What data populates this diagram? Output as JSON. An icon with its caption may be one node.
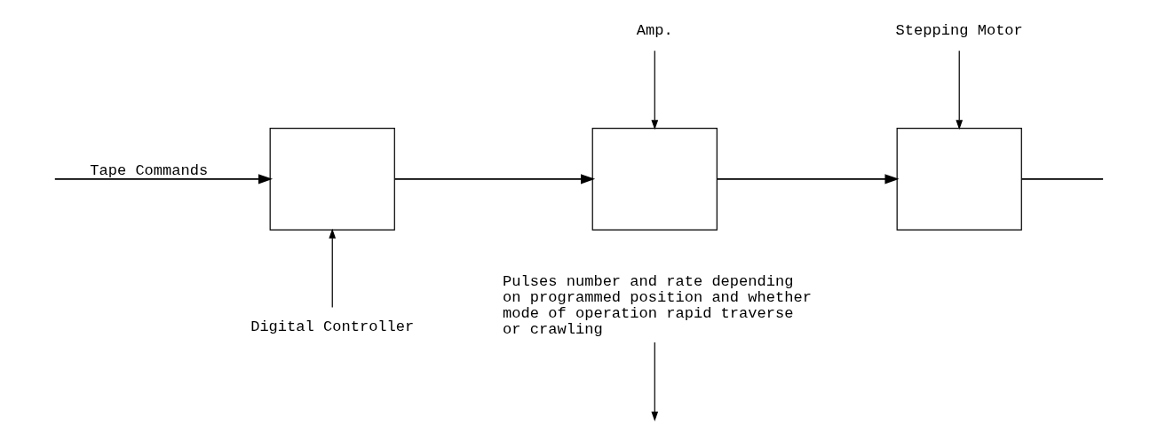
{
  "diagram": {
    "nodes": [
      {
        "text": [
          "Pulses number and rate depending on programmed position and whether mode of operation rapid traverse or crawling"
        ]
      },
      {
        "text": [],
        "shape": "box"
      },
      {
        "text": [],
        "shape": "box"
      },
      {
        "text": [],
        "shape": "box"
      },
      {
        "text": [
          "Digital Controller"
        ]
      },
      {
        "text": [
          "Amp."
        ]
      },
      {
        "text": [
          "Stepping Motor"
        ]
      }
    ],
    "edges": [
      {
        "from": null,
        "to": 1,
        "arrow": "to",
        "label": "Tape Commands"
      },
      {
        "from": 1,
        "to": 2,
        "arrow": "to"
      },
      {
        "from": 2,
        "to": 3,
        "arrow": "to"
      },
      {
        "from": 3,
        "to": null,
        "arrow": "none"
      },
      {
        "from": 0,
        "to": null,
        "arrow": "to"
      },
      {
        "from": 4,
        "to": 1,
        "arrow": "to"
      },
      {
        "from": 5,
        "to": 2,
        "arrow": "to"
      },
      {
        "from": 6,
        "to": 3,
        "arrow": "to"
      }
    ]
  }
}
